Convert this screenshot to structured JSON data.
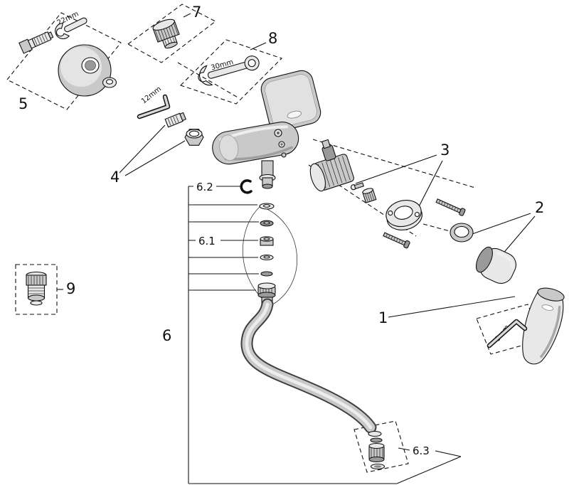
{
  "diagram": {
    "labels": {
      "p1": "1",
      "p2": "2",
      "p3": "3",
      "p4": "4",
      "p5": "5",
      "p6": "6",
      "p6_1": "6.1",
      "p6_2": "6.2",
      "p6_3": "6.3",
      "p7": "7",
      "p8": "8",
      "p9": "9"
    },
    "annotations": {
      "wrench_22": "22mm",
      "hex_key_12": "12mm",
      "wrench_30": "30mm",
      "hex_key_3": "3mm"
    },
    "colors": {
      "line": "#111111",
      "fill_light": "#e8e8e8",
      "fill_mid": "#c9c9c9",
      "fill_dark": "#8f8f8f",
      "background": "#ffffff"
    }
  }
}
